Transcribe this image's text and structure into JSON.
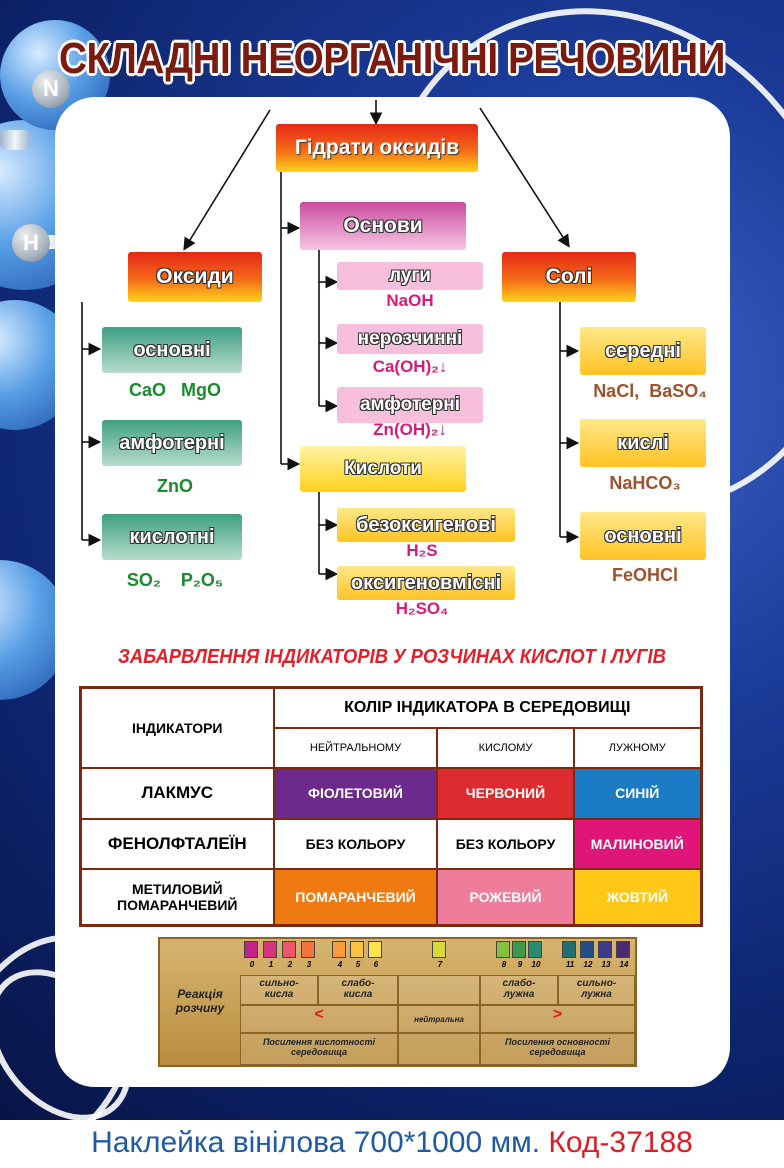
{
  "title": "СКЛАДНІ НЕОРГАНІЧНІ РЕЧОВИНИ",
  "diagram": {
    "root": "Гідрати оксидів",
    "oxides": {
      "label": "Оксиди",
      "items": [
        {
          "label": "основні",
          "formula": "CaO   MgO"
        },
        {
          "label": "амфотерні",
          "formula": "ZnO"
        },
        {
          "label": "кислотні",
          "formula": "SO₂    P₂O₅"
        }
      ]
    },
    "bases": {
      "label": "Основи",
      "items": [
        {
          "label": "луги",
          "formula": "NaOH"
        },
        {
          "label": "нерозчинні",
          "formula": "Ca(OH)₂↓"
        },
        {
          "label": "амфотерні",
          "formula": "Zn(OH)₂↓"
        }
      ]
    },
    "acids": {
      "label": "Кислоти",
      "items": [
        {
          "label": "безоксигенові",
          "formula": "H₂S"
        },
        {
          "label": "оксигеновмісні",
          "formula": "H₂SO₄"
        }
      ]
    },
    "salts": {
      "label": "Солі",
      "items": [
        {
          "label": "середні",
          "formula": "NaCl,  BaSO₄"
        },
        {
          "label": "кислі",
          "formula": "NaHCO₃"
        },
        {
          "label": "основні",
          "formula": "FeOHCl"
        }
      ]
    }
  },
  "indicators_title": "ЗАБАРВЛЕННЯ ІНДИКАТОРІВ У РОЗЧИНАХ КИСЛОТ І ЛУГІВ",
  "table": {
    "col0": "ІНДИКАТОРИ",
    "group": "КОЛІР ІНДИКАТОРА В СЕРЕДОВИЩІ",
    "cols": [
      "НЕЙТРАЛЬНОМУ",
      "КИСЛОМУ",
      "ЛУЖНОМУ"
    ],
    "rows": [
      {
        "name": "ЛАКМУС",
        "cells": [
          "ФІОЛЕТОВИЙ",
          "ЧЕРВОНИЙ",
          "СИНІЙ"
        ]
      },
      {
        "name": "ФЕНОЛФТАЛЕЇН",
        "cells": [
          "БЕЗ КОЛЬОРУ",
          "БЕЗ КОЛЬОРУ",
          "МАЛИНОВИЙ"
        ]
      },
      {
        "name": "МЕТИЛОВИЙ ПОМАРАНЧЕВИЙ",
        "cells": [
          "ПОМАРАНЧЕВИЙ",
          "РОЖЕВИЙ",
          "ЖОВТИЙ"
        ]
      }
    ],
    "colors": {
      "violet": "#6b2a8c",
      "red": "#dd2c2f",
      "blue": "#1b7bc4",
      "crimson": "#e0157a",
      "orange": "#f07a12",
      "pink": "#ee7d9c",
      "yellow": "#ffc716"
    }
  },
  "ph": {
    "label": "Реакція розчину",
    "nums": [
      "0",
      "1",
      "2",
      "3",
      "4",
      "5",
      "6",
      "7",
      "8",
      "9",
      "10",
      "11",
      "12",
      "13",
      "14"
    ],
    "colors": [
      "#c2238a",
      "#d4347f",
      "#ee5568",
      "#f3743f",
      "#f99b3c",
      "#fbc23b",
      "#fde24a",
      "#d8d935",
      "#86c03c",
      "#3a9b4b",
      "#2a8a72",
      "#1f6f73",
      "#254d87",
      "#3d3a8a",
      "#4b2a74"
    ],
    "groups": [
      "сильно-кисла",
      "слабо-кисла",
      "нейтральна",
      "слабо-лужна",
      "сильно-лужна"
    ],
    "lt": "<",
    "gt": ">",
    "acid_note": "Посилення кислотності середовища",
    "base_note": "Посилення основності середовища"
  },
  "footer": {
    "text": "Наклейка вінілова 700*1000 мм.",
    "code": "Код-37188"
  }
}
